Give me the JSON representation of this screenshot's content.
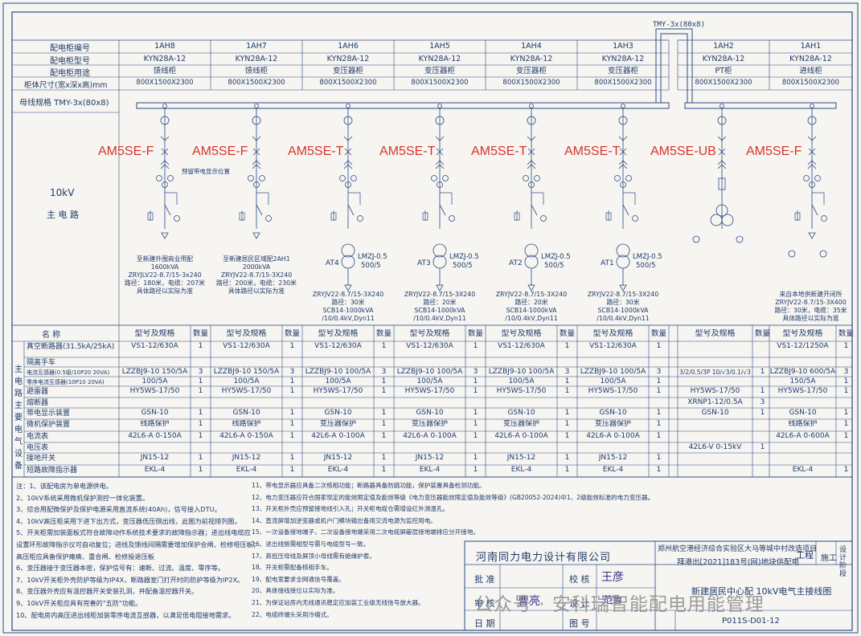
{
  "bus_tag": "TMY-3x(80x8)",
  "row_headers": [
    "配电柜编号",
    "配电柜型号",
    "配电柜用途",
    "柜体尺寸(宽x深x高)mm"
  ],
  "busbar_label": "母线规格  TMY-3x(80x8)",
  "cabinets": [
    {
      "id": "1AH8",
      "model": "KYN28A-12",
      "use": "馈线柜",
      "size": "800X1500X2300"
    },
    {
      "id": "1AH7",
      "model": "KYN28A-12",
      "use": "馈线柜",
      "size": "800X1500X2300"
    },
    {
      "id": "1AH6",
      "model": "KYN28A-12",
      "use": "变压器柜",
      "size": "800X1500X2300"
    },
    {
      "id": "1AH5",
      "model": "KYN28A-12",
      "use": "变压器柜",
      "size": "800X1500X2300"
    },
    {
      "id": "1AH4",
      "model": "KYN28A-12",
      "use": "变压器柜",
      "size": "800X1500X2300"
    },
    {
      "id": "1AH3",
      "model": "KYN28A-12",
      "use": "变压器柜",
      "size": "800X1500X2300"
    },
    {
      "id": "1AH2",
      "model": "KYN28A-12",
      "use": "PT柜",
      "size": "800X1500X2300"
    },
    {
      "id": "1AH1",
      "model": "KYN28A-12",
      "use": "进线柜",
      "size": "800X1500X2300"
    }
  ],
  "red_labels": [
    "AM5SE-F",
    "AM5SE-F",
    "AM5SE-T",
    "AM5SE-T",
    "AM5SE-T",
    "AM5SE-T",
    "AM5SE-UB",
    "AM5SE-F"
  ],
  "left_label": {
    "line1": "10kV",
    "line2": "主 电 路"
  },
  "side_annotation": "预留带电显示位置",
  "transformers": [
    {
      "at": "AT4",
      "ct": "LMZJ-0.5",
      "ratio": "500/5"
    },
    {
      "at": "AT3",
      "ct": "LMZJ-0.5",
      "ratio": "500/5"
    },
    {
      "at": "AT2",
      "ct": "LMZJ-0.5",
      "ratio": "500/5"
    },
    {
      "at": "AT1",
      "ct": "LMZJ-0.5",
      "ratio": "500/5"
    }
  ],
  "descriptions": [
    [
      "至新建外围商业用配",
      "1600kVA",
      "ZRYJLV22-8.7/15-3x240",
      "路径：180米，电缆：207米",
      "具体路径以实际为准"
    ],
    [
      "至新建居民区域配2AH1",
      "2000kVA",
      "ZRYJV22-8.7/15-3X240",
      "路径：200米，电缆：230米",
      "具体路径以实际为准"
    ],
    [
      "ZRYJV22-8.7/15-3X240",
      "路径：30米",
      "SCB14-1000kVA",
      "/10/0.4kV,Dyn11"
    ],
    [
      "ZRYJV22-8.7/15-3X240",
      "路径：20米",
      "SCB14-1000kVA",
      "/10/0.4kV,Dyn11"
    ],
    [
      "ZRYJV22-8.7/15-3X240",
      "路径：20米",
      "SCB14-1000kVA",
      "/10/0.4kV,Dyn11"
    ],
    [
      "ZRYJV22-8.7/15-3X240",
      "路径：30米",
      "SCB14-1000kVA",
      "/10/0.4kV,Dyn11"
    ],
    [],
    [
      "来自本地供新建开闭所",
      "ZRYJV22-8.7/15-3X400",
      "路径：30米，电缆：35米",
      "具体路径以实际为准"
    ]
  ],
  "table": {
    "title_col": "名     称",
    "side_title": "主电路主要电气设备",
    "hdr_model": "型号及规格",
    "hdr_qty": "数量",
    "rows": [
      "真空断路器(31.5kA/25kA)",
      "隔离手车",
      "电流互感器(0.5级/10P20 20VA)",
      "零序电流互感器(10P10 20VA)",
      "避雷器",
      "熔断器",
      "带电显示装置",
      "微机保护装置",
      "电流表",
      "电压表",
      "接地开关",
      "短路故障指示器"
    ],
    "cols": [
      [
        [
          "VS1-12/630A",
          "1"
        ],
        [
          "",
          ""
        ],
        [
          "LZZBJ9-10  150/5A",
          "3"
        ],
        [
          "100/5A",
          "1"
        ],
        [
          "HY5WS-17/50",
          "1"
        ],
        [
          "",
          ""
        ],
        [
          "GSN-10",
          "1"
        ],
        [
          "线路保护",
          "1"
        ],
        [
          "42L6-A 0-150A",
          "1"
        ],
        [
          "",
          ""
        ],
        [
          "JN15-12",
          "1"
        ],
        [
          "EKL-4",
          "1"
        ]
      ],
      [
        [
          "VS1-12/630A",
          "1"
        ],
        [
          "",
          ""
        ],
        [
          "LZZBJ9-10  150/5A",
          "3"
        ],
        [
          "100/5A",
          "1"
        ],
        [
          "HY5WS-17/50",
          "1"
        ],
        [
          "",
          ""
        ],
        [
          "GSN-10",
          "1"
        ],
        [
          "线路保护",
          "1"
        ],
        [
          "42L6-A 0-150A",
          "1"
        ],
        [
          "",
          ""
        ],
        [
          "JN15-12",
          "1"
        ],
        [
          "EKL-4",
          "1"
        ]
      ],
      [
        [
          "VS1-12/630A",
          "1"
        ],
        [
          "",
          ""
        ],
        [
          "LZZBJ9-10  100/5A",
          "3"
        ],
        [
          "100/5A",
          "1"
        ],
        [
          "HY5WS-17/50",
          "1"
        ],
        [
          "",
          ""
        ],
        [
          "GSN-10",
          "1"
        ],
        [
          "变压器保护",
          "1"
        ],
        [
          "42L6-A 0-100A",
          "1"
        ],
        [
          "",
          ""
        ],
        [
          "JN15-12",
          "1"
        ],
        [
          "EKL-4",
          "1"
        ]
      ],
      [
        [
          "VS1-12/630A",
          "1"
        ],
        [
          "",
          ""
        ],
        [
          "LZZBJ9-10  100/5A",
          "3"
        ],
        [
          "100/5A",
          "1"
        ],
        [
          "HY5WS-17/50",
          "1"
        ],
        [
          "",
          ""
        ],
        [
          "GSN-10",
          "1"
        ],
        [
          "变压器保护",
          "1"
        ],
        [
          "42L6-A 0-100A",
          "1"
        ],
        [
          "",
          ""
        ],
        [
          "JN15-12",
          "1"
        ],
        [
          "EKL-4",
          "1"
        ]
      ],
      [
        [
          "VS1-12/630A",
          "1"
        ],
        [
          "",
          ""
        ],
        [
          "LZZBJ9-10  100/5A",
          "3"
        ],
        [
          "100/5A",
          "1"
        ],
        [
          "HY5WS-17/50",
          "1"
        ],
        [
          "",
          ""
        ],
        [
          "GSN-10",
          "1"
        ],
        [
          "变压器保护",
          "1"
        ],
        [
          "42L6-A 0-100A",
          "1"
        ],
        [
          "",
          ""
        ],
        [
          "JN15-12",
          "1"
        ],
        [
          "EKL-4",
          "1"
        ]
      ],
      [
        [
          "VS1-12/630A",
          "1"
        ],
        [
          "",
          ""
        ],
        [
          "LZZBJ9-10  100/5A",
          "3"
        ],
        [
          "100/5A",
          "1"
        ],
        [
          "HY5WS-17/50",
          "1"
        ],
        [
          "",
          ""
        ],
        [
          "GSN-10",
          "1"
        ],
        [
          "变压器保护",
          "1"
        ],
        [
          "42L6-A 0-100A",
          "1"
        ],
        [
          "",
          ""
        ],
        [
          "JN15-12",
          "1"
        ],
        [
          "EKL-4",
          "1"
        ]
      ],
      [
        [
          "",
          ""
        ],
        [
          "",
          ""
        ],
        [
          "3/2/0.5/3P  10/√3/0.1/√3",
          "1"
        ],
        [
          "",
          ""
        ],
        [
          "HY5WS-17/50",
          "1"
        ],
        [
          "XRNP1-12/0.5A",
          "3"
        ],
        [
          "GSN-10",
          "1"
        ],
        [
          "",
          ""
        ],
        [
          "",
          ""
        ],
        [
          "42L6-V 0-15kV",
          "1"
        ],
        [
          "",
          ""
        ],
        [
          "",
          ""
        ]
      ],
      [
        [
          "VS1-12/1250A",
          "1"
        ],
        [
          "",
          ""
        ],
        [
          "LZZBJ9-10  600/5A",
          "3"
        ],
        [
          "150/5A",
          "1"
        ],
        [
          "HY5WS-17/50",
          "1"
        ],
        [
          "",
          ""
        ],
        [
          "GSN-10",
          "1"
        ],
        [
          "线路保护",
          "1"
        ],
        [
          "42L6-A 0-600A",
          "1"
        ],
        [
          "",
          ""
        ],
        [
          "",
          ""
        ],
        [
          "EKL-4",
          "1"
        ]
      ]
    ]
  },
  "notes_left": [
    "注：1、该配电房为单电源供电。",
    "2、10kV系统采用微机保护测控一体化装置。",
    "3、综合用配微保护及保护电源采用直流系统(40Ah)，信号接入DTU。",
    "4、10kV高压柜采用下进下出方式，变压器低压侧出线，此图为前视排列图。",
    "5、开关柜需加装面板式符合故障动作系统技术要求的故障指示器；进出线电缆应",
    "设置环形故障指示仪可自动复位；进线及馈线间隔需要增加保护合闸、检修哑压板；",
    "高压柜应具备保护瘫痪、重合闸、检修投退压板",
    "6、变压器接于变压器本密，保护信号有：速断、过流、温度、零序等。",
    "7、10kV开关柜外壳防护等级为IP4X，断路器室门打开时的防护等级为IP2X。",
    "8、变压器外壳应有温控器开关安装孔洞，并配备温控器开关。",
    "9、10kV开关柜应具有完善的\"五防\"功能。",
    "10、配电房内高压进出线柜加装零序电流互感器，以满足低电阻接地需求。"
  ],
  "notes_right": [
    "11、带电显示器应具备二次核相功能；断路器具备防跳功能，保护装置具备检测功能。",
    "12、电力变压器应符合国家现定的能效限定值及能效等级《电力变压器能效限定值及能效等级》(GB20052-2024)中1、2级能效标准的电力变压器。",
    "13、开关柜外壳应预留接地线引入孔；开关柜电缆仓需增设红外测温孔。",
    "14、直流屏增加逆变器或机户门模块输出备用交流电源为监控用电。",
    "15、一次设备接地端子，二次设备接地端采用二次电缆屏蔽层接地端排应分开接地。",
    "16、进出线侧需相型号需与电缆型号一致。",
    "17、高低压母线及屏顶小母线需有绝缘护套。",
    "18、开关柜需配备核相手车。",
    "19、配电室要求全网通信号覆盖。",
    "20、具体接线接位以实际为准。",
    "21、为保证站房内无线通讯稳定应加装工业级无线信号放大器。",
    "22、电缆终端头采用冷缩式。"
  ],
  "title_block": {
    "company": "河南同力电力设计有限公司",
    "project_line1": "郑州航空港经济综合实验区大马等城中村改造项目",
    "project_line2": "拜港出[2021]183号(网)地块供配电",
    "project_label": "工程",
    "stage_label1": "施工",
    "stage_label2": "设计阶段",
    "approve": "批  准",
    "check": "校  核",
    "review": "审  核",
    "design": "设  计",
    "date": "日  期",
    "drawing_no": "图  号",
    "sig1": "王彦",
    "sig2": "曹亮",
    "sig3": "范鲁",
    "drawing_title": "新建居民中心配  10kV电气主接线图",
    "drawing_code": "P011S-D01-12"
  },
  "watermark": "公众号 · 安科瑞智能配电用能管理"
}
